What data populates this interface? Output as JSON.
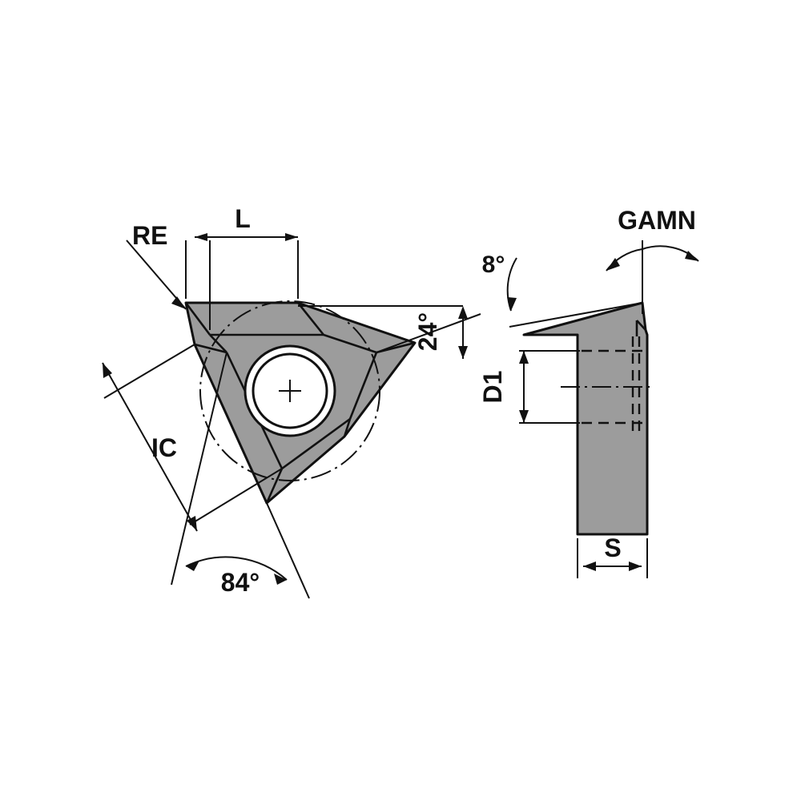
{
  "drawing": {
    "title": "Cutting insert technical drawing",
    "views": [
      {
        "name": "top-view",
        "label": ""
      },
      {
        "name": "side-view",
        "label": ""
      }
    ],
    "labels": {
      "re": "RE",
      "l": "L",
      "ic": "IC",
      "angle_24": "24°",
      "angle_84": "84°",
      "angle_8": "8°",
      "gamn": "GAMN",
      "d1": "D1",
      "s": "S"
    },
    "colors": {
      "body_fill": "#9c9c9c",
      "line": "#111111",
      "background": "#ffffff",
      "hole_fill": "#ffffff"
    }
  }
}
